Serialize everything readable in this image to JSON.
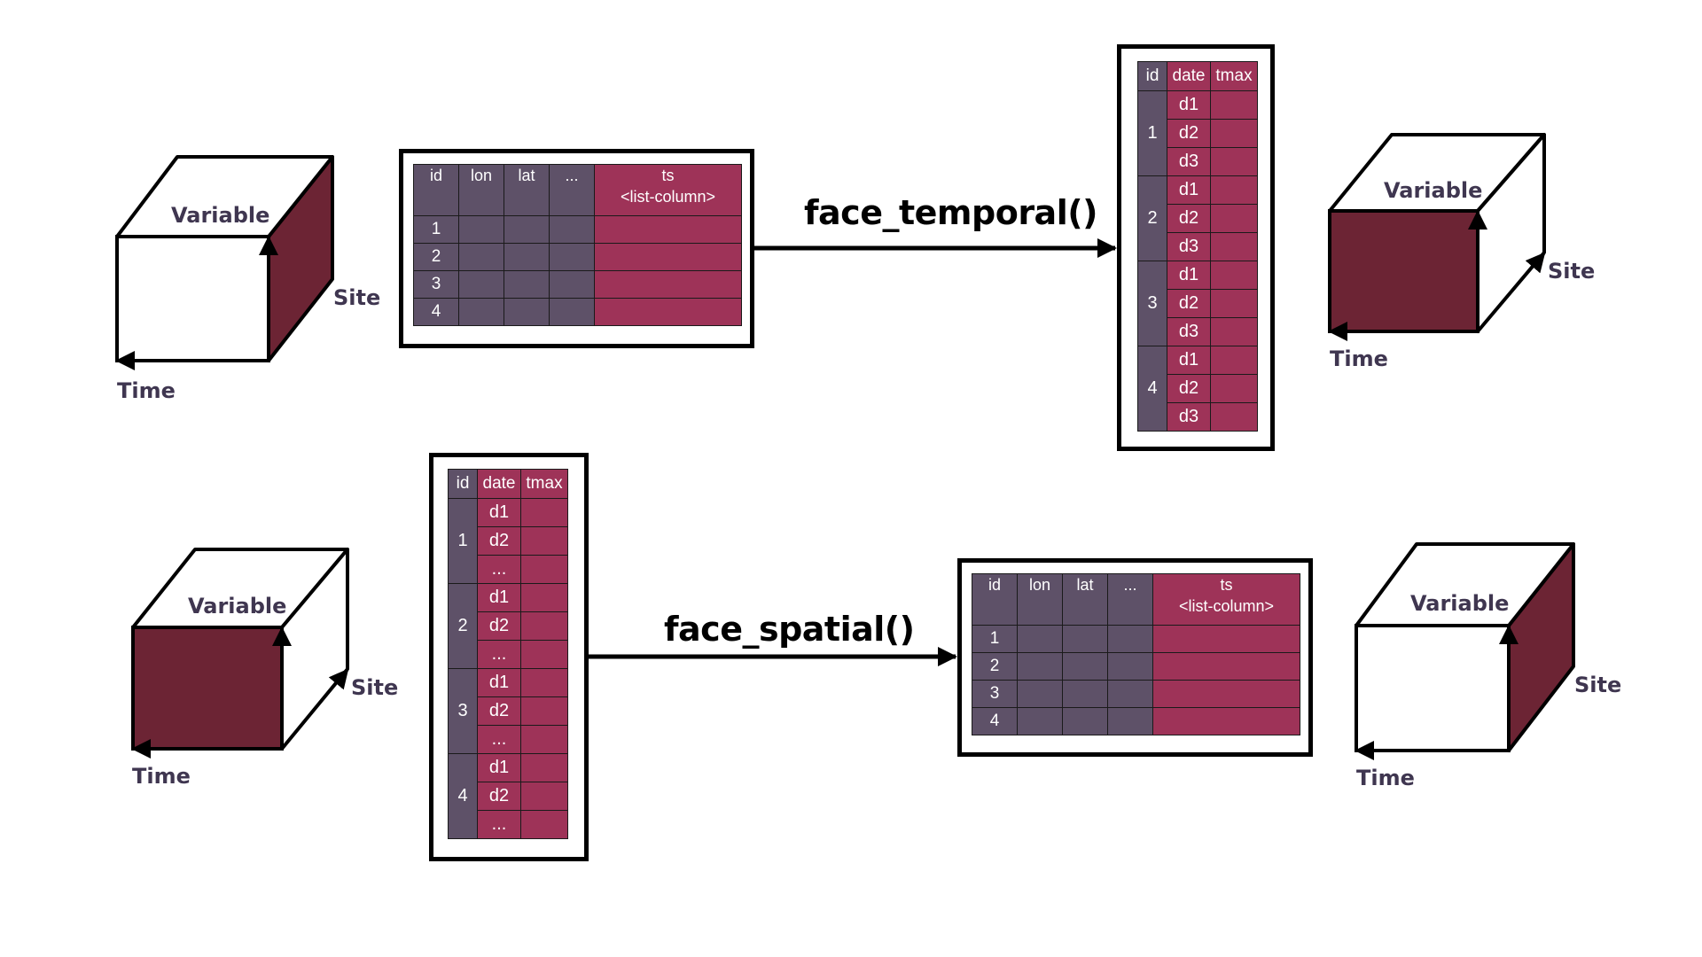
{
  "colors": {
    "key_column": "#5e5168",
    "value_column": "#9e3358",
    "cube_face": "#6c2434",
    "axis_label": "#3f3650"
  },
  "axis_labels": {
    "variable": "Variable",
    "site": "Site",
    "time": "Time"
  },
  "transforms": {
    "temporal": "face_temporal()",
    "spatial": "face_spatial()"
  },
  "spatial_table": {
    "headers": [
      "id",
      "lon",
      "lat",
      "...",
      "ts",
      "<list-column>"
    ],
    "ids": [
      "1",
      "2",
      "3",
      "4"
    ]
  },
  "spatial_table_2": {
    "headers": [
      "id",
      "lon",
      "lat",
      "...",
      "ts",
      "<list-column>"
    ],
    "ids": [
      "1",
      "2",
      "3",
      "4"
    ]
  },
  "temporal_table": {
    "headers": [
      "id",
      "date",
      "tmax"
    ],
    "groups": [
      {
        "id": "1",
        "dates": [
          "d1",
          "d2",
          "d3"
        ]
      },
      {
        "id": "2",
        "dates": [
          "d1",
          "d2",
          "d3"
        ]
      },
      {
        "id": "3",
        "dates": [
          "d1",
          "d2",
          "d3"
        ]
      },
      {
        "id": "4",
        "dates": [
          "d1",
          "d2",
          "d3"
        ]
      }
    ]
  },
  "temporal_table_2": {
    "headers": [
      "id",
      "date",
      "tmax"
    ],
    "groups": [
      {
        "id": "1",
        "dates": [
          "d1",
          "d2",
          "..."
        ]
      },
      {
        "id": "2",
        "dates": [
          "d1",
          "d2",
          "..."
        ]
      },
      {
        "id": "3",
        "dates": [
          "d1",
          "d2",
          "..."
        ]
      },
      {
        "id": "4",
        "dates": [
          "d1",
          "d2",
          "..."
        ]
      }
    ]
  },
  "cubes": [
    {
      "highlighted_face": "site"
    },
    {
      "highlighted_face": "time-variable"
    },
    {
      "highlighted_face": "time-variable"
    },
    {
      "highlighted_face": "site"
    }
  ]
}
